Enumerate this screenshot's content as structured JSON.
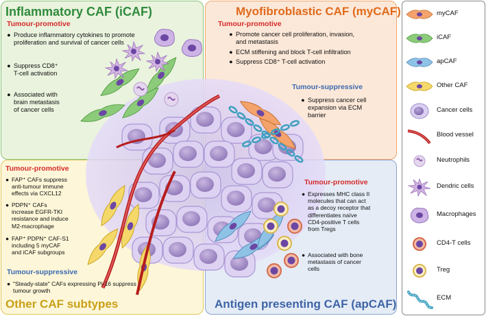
{
  "panels": {
    "icaf": {
      "title": "Inflammatory CAF (iCAF)",
      "promotive_heading": "Tumour-promotive",
      "bullets": [
        "Produce inflammatory cytokines to promote\nproliferation and survival of cancer cells",
        "Suppress CD8⁺\nT-cell activation",
        "Associated with\nbrain metastasis\nof cancer cells"
      ]
    },
    "mycaf": {
      "title": "Myofibroblastic CAF (myCAF)",
      "promotive_heading": "Tumour-promotive",
      "promotive_bullets": [
        "Promote cancer cell proliferation, invasion,\nand metastasis",
        "ECM stiffening and block T-cell infiltration",
        "Suppress CD8⁺ T-cell activation"
      ],
      "suppressive_heading": "Tumour-suppressive",
      "suppressive_bullets": [
        "Suppress cancer cell\nexpansion via ECM\nbarrier"
      ]
    },
    "other": {
      "title": "Other CAF subtypes",
      "promotive_heading": "Tumour-promotive",
      "promotive_bullets": [
        "FAP⁺ CAFs suppress\nanti-tumour immune\neffects via CXCL12",
        "PDPN⁺ CAFs\nincrease EGFR-TKI\nresistance and induce\nM2-macrophage",
        "FAP⁺ PDPN⁺ CAF-S1\nincluding 5 myCAF\nand iCAF subgroups"
      ],
      "suppressive_heading": "Tumour-suppressive",
      "suppressive_bullets": [
        "\"Steady-state\" CAFs expressing Pi-16 suppress\ntumour growth"
      ]
    },
    "apcaf": {
      "title": "Antigen presenting CAF (apCAF)",
      "promotive_heading": "Tumour-promotive",
      "bullets": [
        "Expresses MHC class II\nmolecules that can act\nas a decoy receptor that\ndifferentiates naïve\nCD4-positive T cells\nfrom Tregs",
        "Associated with bone\nmetastasis of cancer\ncells"
      ]
    }
  },
  "bullet_char": "●",
  "legend": [
    {
      "label": "myCAF",
      "icon": "mycaf-spindle-icon"
    },
    {
      "label": "iCAF",
      "icon": "icaf-spindle-icon"
    },
    {
      "label": "apCAF",
      "icon": "apcaf-spindle-icon"
    },
    {
      "label": "Other CAF",
      "icon": "other-caf-spindle-icon"
    },
    {
      "label": "Cancer cells",
      "icon": "cancer-cell-icon"
    },
    {
      "label": "Blood vessel",
      "icon": "blood-vessel-icon"
    },
    {
      "label": "Neutrophils",
      "icon": "neutrophil-icon"
    },
    {
      "label": "Dendric cells",
      "icon": "dendritic-cell-icon"
    },
    {
      "label": "Macrophages",
      "icon": "macrophage-icon"
    },
    {
      "label": "CD4-T cells",
      "icon": "cd4-t-cell-icon"
    },
    {
      "label": "Treg",
      "icon": "treg-icon"
    },
    {
      "label": "ECM",
      "icon": "ecm-fiber-icon"
    }
  ],
  "colors": {
    "icaf": "#2f8a3d",
    "mycaf": "#e06a1b",
    "other": "#c9a017",
    "apcaf": "#3e64a6",
    "promotive": "#d42a2a",
    "suppressive": "#3b69b0"
  }
}
